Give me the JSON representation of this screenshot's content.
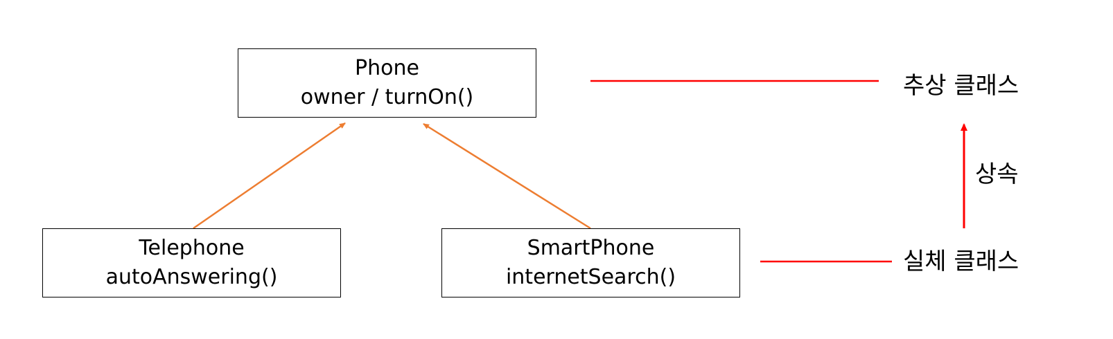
{
  "diagram": {
    "classes": {
      "phone": {
        "name": "Phone",
        "members": "owner / turnOn()"
      },
      "telephone": {
        "name": "Telephone",
        "members": "autoAnswering()"
      },
      "smartphone": {
        "name": "SmartPhone",
        "members": "internetSearch()"
      }
    },
    "labels": {
      "abstract_class": "추상 클래스",
      "concrete_class": "실체 클래스",
      "inheritance": "상속"
    },
    "colors": {
      "inheritance_arrow": "#ED7D31",
      "annotation_line": "#FF0000",
      "box_border": "#000000"
    }
  }
}
